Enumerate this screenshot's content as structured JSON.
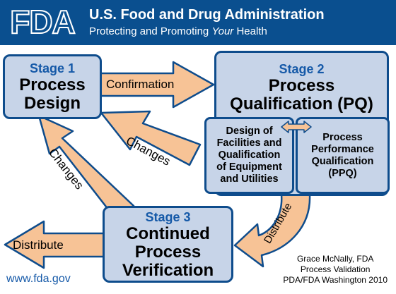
{
  "header": {
    "logo": "FDA",
    "title": "U.S. Food and Drug Administration",
    "subtitle_before": "Protecting and Promoting ",
    "subtitle_emph": "Your",
    "subtitle_after": " Health"
  },
  "stage1": {
    "label": "Stage 1",
    "title_line1": "Process",
    "title_line2": "Design"
  },
  "stage2": {
    "label": "Stage 2",
    "title_line1": "Process",
    "title_line2": "Qualification (PQ)"
  },
  "stage3": {
    "label": "Stage 3",
    "title_line1": "Continued",
    "title_line2": "Process",
    "title_line3": "Verification"
  },
  "design_box": {
    "line1": "Design of",
    "line2": "Facilities and",
    "line3": "Qualification",
    "line4": "of Equipment",
    "line5": "and Utilities"
  },
  "ppq_box": {
    "line1": "Process",
    "line2": "Performance",
    "line3": "Qualification",
    "line4": "(PPQ)"
  },
  "arrows": {
    "confirmation": "Confirmation",
    "changes_upper": "Changes",
    "changes_left": "Changes",
    "distribute_curved": "Distribute",
    "distribute_left": "Distribute"
  },
  "footer": {
    "url": "www.fda.gov",
    "credit_line1": "Grace McNally, FDA",
    "credit_line2": "Process Validation",
    "credit_line3": "PDA/FDA Washington 2010"
  },
  "colors": {
    "header_blue": "#0a4f8f",
    "box_fill": "#c7d4e8",
    "arrow_fill": "#f7c396",
    "stage_blue": "#1559a8"
  }
}
